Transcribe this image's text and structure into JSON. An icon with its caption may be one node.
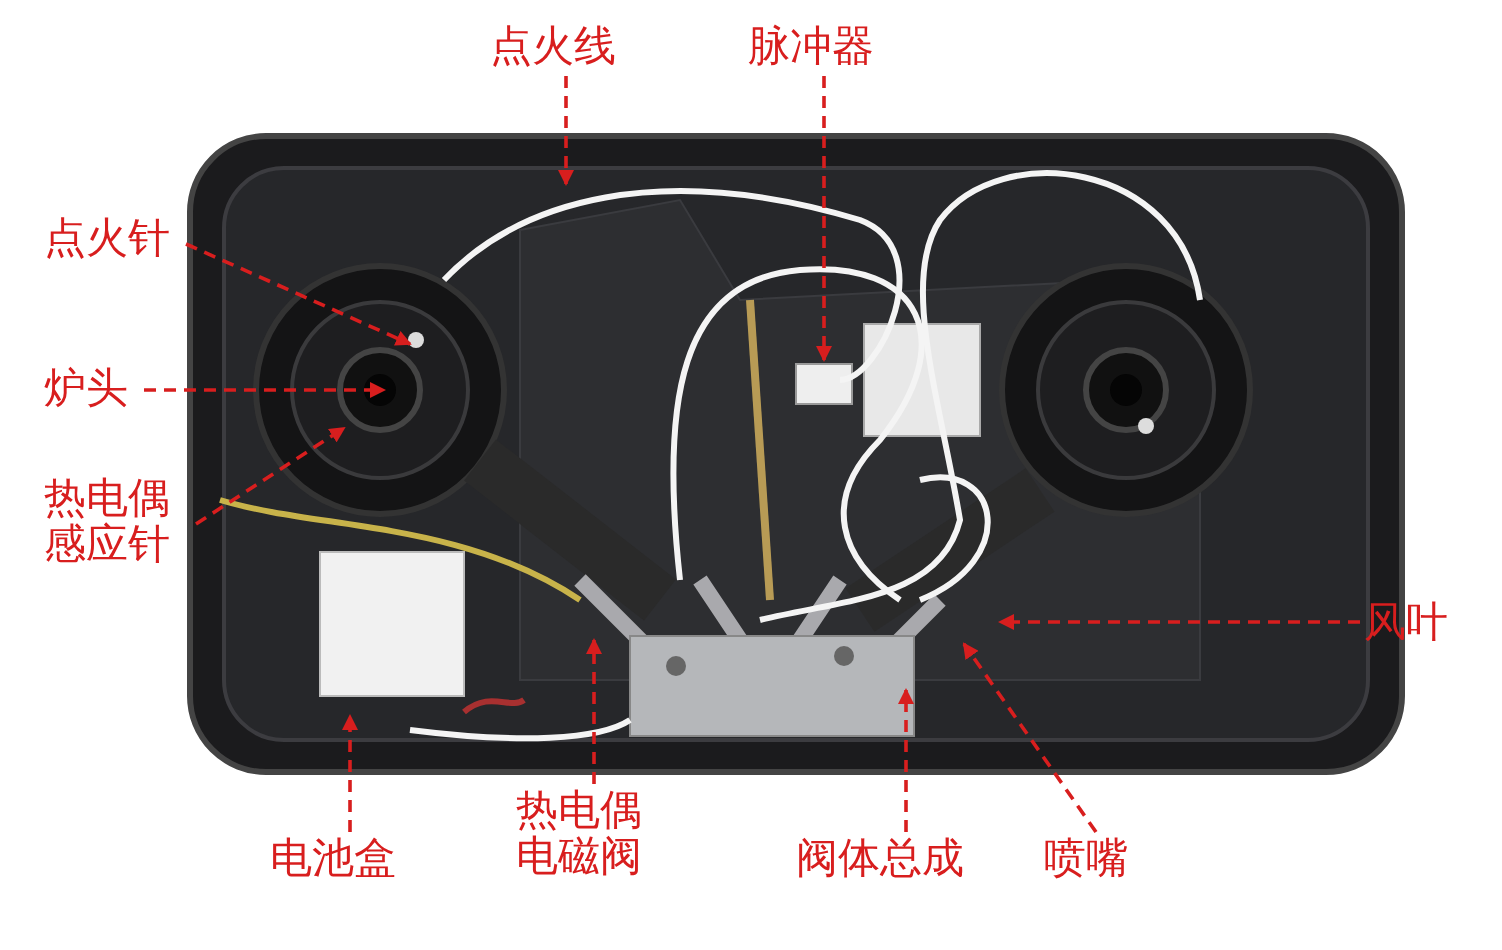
{
  "diagram": {
    "nodes": [
      {
        "text": [
          "点火线"
        ]
      },
      {
        "text": [
          "脉冲器"
        ]
      },
      {
        "text": [
          "点火针"
        ]
      },
      {
        "text": [
          "炉头"
        ]
      },
      {
        "text": [
          "热电偶感应针"
        ]
      },
      {
        "text": [
          "风叶"
        ]
      },
      {
        "text": [
          "电池盒"
        ]
      },
      {
        "text": [
          "热电偶电磁阀"
        ]
      },
      {
        "text": [
          "阀体总成"
        ]
      },
      {
        "text": [
          "喷嘴"
        ]
      }
    ],
    "edges": [
      {
        "from": 0,
        "to": null,
        "arrow": "to",
        "style": "dashed"
      },
      {
        "from": 1,
        "to": null,
        "arrow": "to",
        "style": "dashed"
      },
      {
        "from": 2,
        "to": null,
        "arrow": "to",
        "style": "dashed"
      },
      {
        "from": 3,
        "to": null,
        "arrow": "to",
        "style": "dashed"
      },
      {
        "from": 4,
        "to": null,
        "arrow": "to",
        "style": "dashed"
      },
      {
        "from": 5,
        "to": null,
        "arrow": "to",
        "style": "dashed"
      },
      {
        "from": 6,
        "to": null,
        "arrow": "to",
        "style": "dashed"
      },
      {
        "from": 7,
        "to": null,
        "arrow": "to",
        "style": "dashed"
      },
      {
        "from": 8,
        "to": null,
        "arrow": "to",
        "style": "dashed"
      },
      {
        "from": 9,
        "to": null,
        "arrow": "to",
        "style": "dashed"
      }
    ]
  }
}
